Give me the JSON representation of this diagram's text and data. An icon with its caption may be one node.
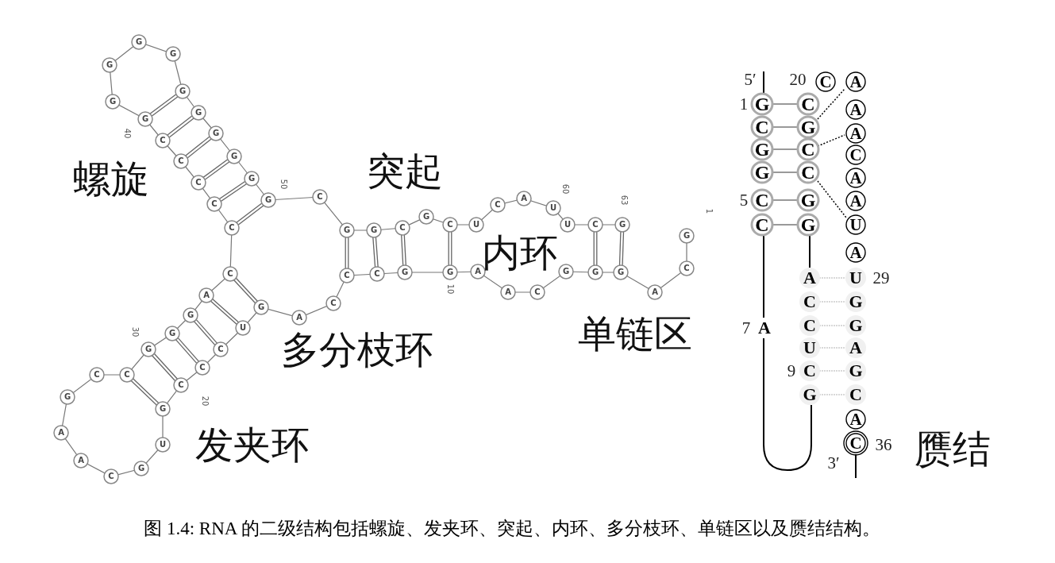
{
  "diagram": {
    "caption": "图 1.4: RNA 的二级结构包括螺旋、发夹环、突起、内环、多分枝环、单链区以及赝结结构。",
    "labels": [
      "G",
      "C",
      "A",
      "G",
      "G",
      "G",
      "C",
      "A",
      "A",
      "G",
      "G",
      "C",
      "C",
      "C",
      "A",
      "G",
      "U",
      "C",
      "C",
      "C",
      "G",
      "U",
      "G",
      "C",
      "A",
      "A",
      "G",
      "C",
      "C",
      "G",
      "G",
      "G",
      "A",
      "C",
      "C",
      "C",
      "C",
      "C",
      "C",
      "G",
      "G",
      "G",
      "G",
      "G",
      "G",
      "G",
      "G",
      "G",
      "G",
      "G",
      "C",
      "G",
      "G",
      "C",
      "G",
      "C",
      "U",
      "C",
      "A",
      "U",
      "U",
      "C",
      "G",
      "1",
      "10",
      "20",
      "30",
      "40",
      "50",
      "60",
      "63",
      "螺旋",
      "突起",
      "内环",
      "单链区",
      "多分枝环",
      "发夹环",
      "赝结",
      "G",
      "C",
      "G",
      "G",
      "C",
      "C",
      "C",
      "G",
      "C",
      "C",
      "G",
      "G",
      "C",
      "A",
      "A",
      "A",
      "C",
      "A",
      "A",
      "U",
      "A",
      "U",
      "G",
      "G",
      "A",
      "G",
      "C",
      "A",
      "C",
      "A",
      "C",
      "C",
      "U",
      "C",
      "G",
      "A",
      "5′",
      "20",
      "1",
      "5",
      "7",
      "29",
      "9",
      "36",
      "3′"
    ]
  }
}
